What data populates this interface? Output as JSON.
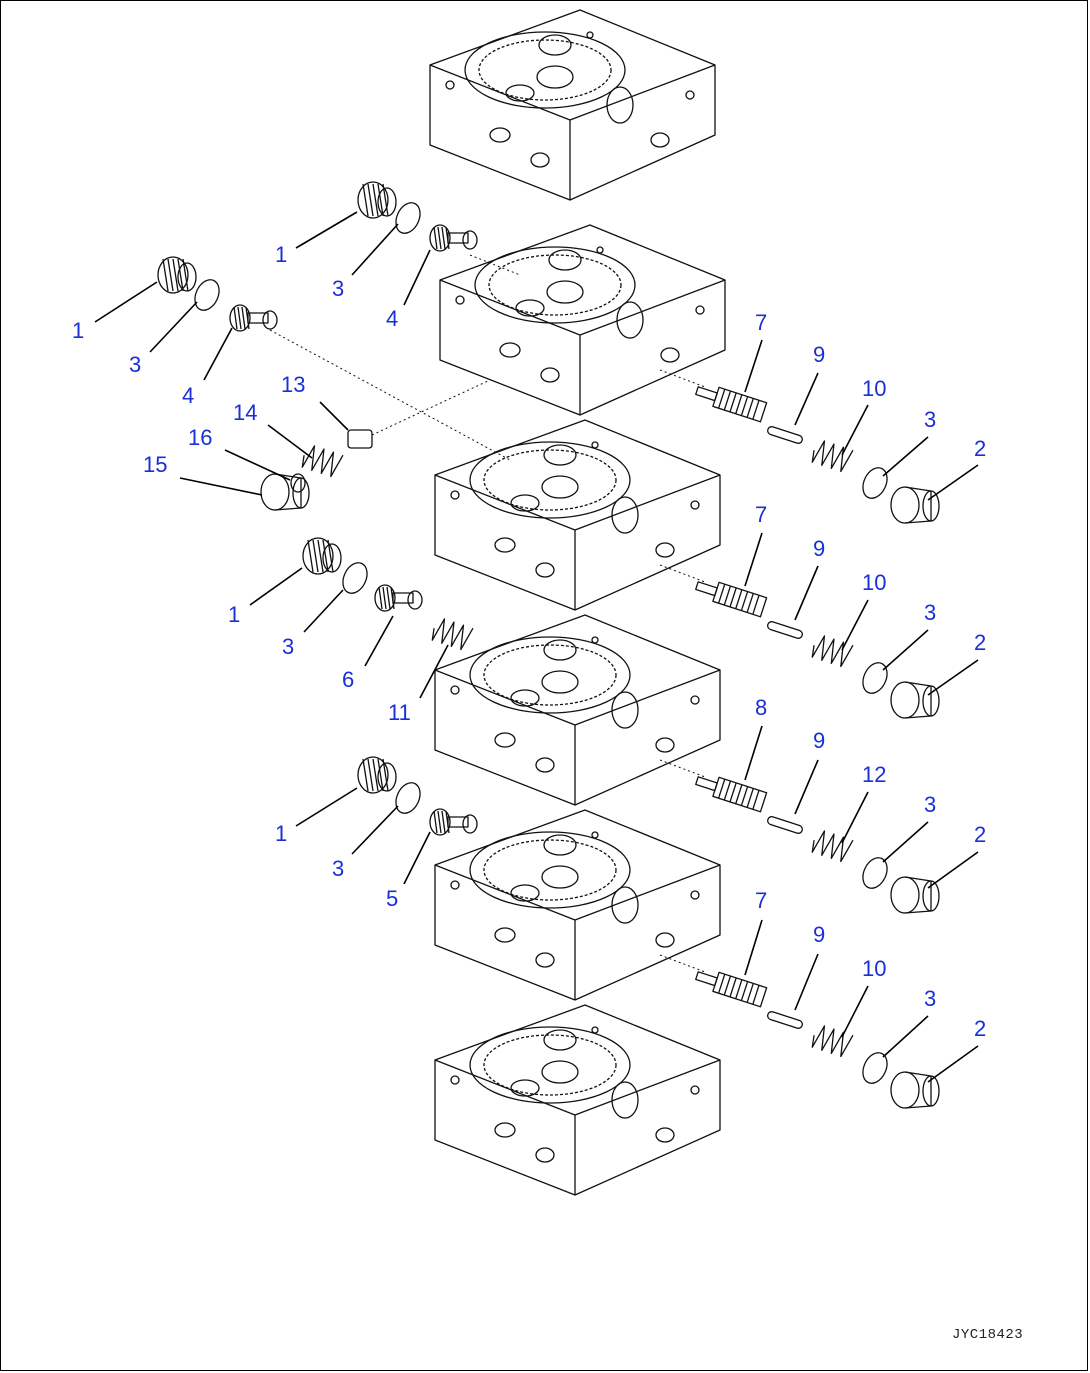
{
  "drawing": {
    "id": "JYC18423",
    "colors": {
      "callout": "#1a2fd6",
      "line": "#111111",
      "background": "#ffffff"
    }
  },
  "callouts": [
    {
      "text": "1"
    },
    {
      "text": "3"
    },
    {
      "text": "4"
    },
    {
      "text": "1"
    },
    {
      "text": "3"
    },
    {
      "text": "4"
    },
    {
      "text": "13"
    },
    {
      "text": "14"
    },
    {
      "text": "16"
    },
    {
      "text": "15"
    },
    {
      "text": "7"
    },
    {
      "text": "9"
    },
    {
      "text": "10"
    },
    {
      "text": "3"
    },
    {
      "text": "2"
    },
    {
      "text": "1"
    },
    {
      "text": "3"
    },
    {
      "text": "6"
    },
    {
      "text": "11"
    },
    {
      "text": "7"
    },
    {
      "text": "9"
    },
    {
      "text": "10"
    },
    {
      "text": "3"
    },
    {
      "text": "2"
    },
    {
      "text": "1"
    },
    {
      "text": "3"
    },
    {
      "text": "5"
    },
    {
      "text": "8"
    },
    {
      "text": "9"
    },
    {
      "text": "12"
    },
    {
      "text": "3"
    },
    {
      "text": "2"
    },
    {
      "text": "7"
    },
    {
      "text": "9"
    },
    {
      "text": "10"
    },
    {
      "text": "3"
    },
    {
      "text": "2"
    }
  ]
}
